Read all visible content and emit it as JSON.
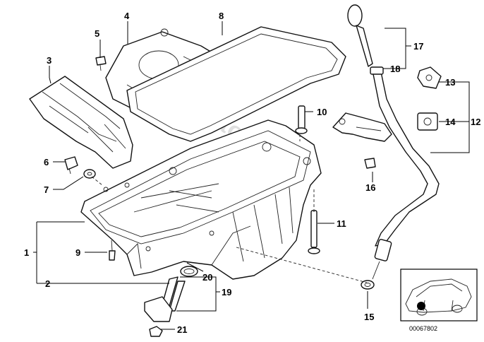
{
  "callouts": {
    "n1": "1",
    "n2": "2",
    "n3": "3",
    "n4": "4",
    "n5": "5",
    "n6": "6",
    "n7": "7",
    "n8": "8",
    "n9": "9",
    "n10": "10",
    "n11": "11",
    "n12": "12",
    "n13": "13",
    "n14": "14",
    "n15": "15",
    "n16": "16",
    "n17": "17",
    "n18": "18",
    "n19": "19",
    "n20": "20",
    "n21": "21"
  },
  "watermark": "BMWFstore.pl",
  "diagram_code": "00067802"
}
